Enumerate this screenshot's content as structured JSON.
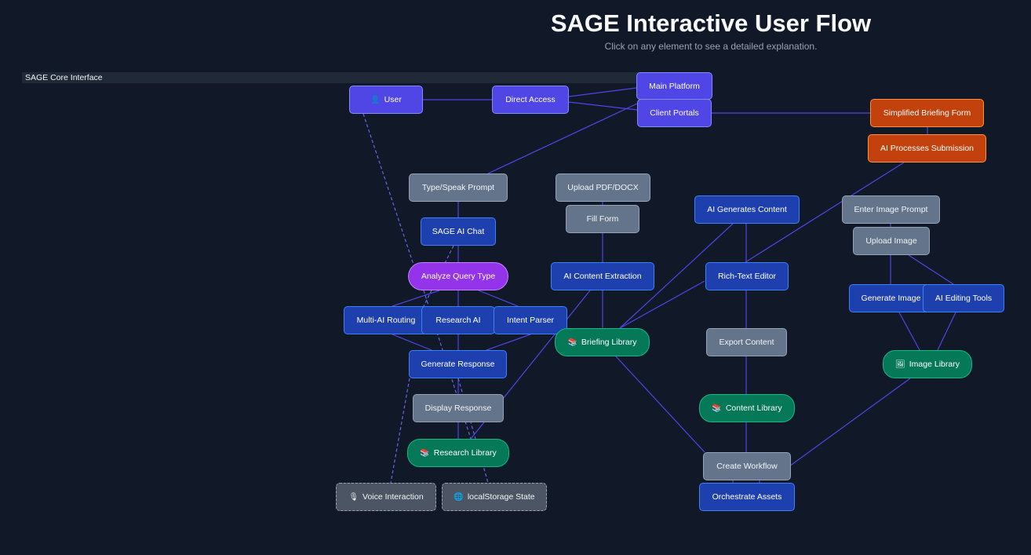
{
  "header": {
    "title": "SAGE Interactive User Flow",
    "subtitle": "Click on any element to see a detailed explanation."
  },
  "subgraph": {
    "label": "SAGE Core Interface"
  },
  "colors": {
    "edge": "#4f46e5",
    "edge_dashed": "#6366f1",
    "background": "#111827"
  },
  "nodes": {
    "user": {
      "label": "User",
      "icon": "user-icon",
      "glyph": "👤"
    },
    "direct_access": {
      "label": "Direct Access"
    },
    "main_platform": {
      "label": "Main Platform"
    },
    "client_portals": {
      "label": "Client Portals"
    },
    "simplified_briefing_form": {
      "label": "Simplified Briefing Form"
    },
    "ai_processes_submission": {
      "label": "AI Processes Submission"
    },
    "type_speak_prompt": {
      "label": "Type/Speak Prompt"
    },
    "sage_ai_chat": {
      "label": "SAGE AI Chat"
    },
    "analyze_query_type": {
      "label": "Analyze Query Type"
    },
    "multi_ai_routing": {
      "label": "Multi-AI Routing"
    },
    "research_ai": {
      "label": "Research AI"
    },
    "intent_parser": {
      "label": "Intent Parser"
    },
    "generate_response": {
      "label": "Generate Response"
    },
    "display_response": {
      "label": "Display Response"
    },
    "research_library": {
      "label": "Research Library",
      "icon": "books-icon",
      "glyph": "📚"
    },
    "voice_interaction": {
      "label": "Voice Interaction",
      "icon": "microphone-icon",
      "glyph": "🎙"
    },
    "localstorage_state": {
      "label": "localStorage State",
      "icon": "globe-icon",
      "glyph": "🌐"
    },
    "upload_pdf_docx": {
      "label": "Upload PDF/DOCX"
    },
    "fill_form": {
      "label": "Fill Form"
    },
    "ai_content_extraction": {
      "label": "AI Content Extraction"
    },
    "briefing_library": {
      "label": "Briefing Library",
      "icon": "books-icon",
      "glyph": "📚"
    },
    "ai_generates_content": {
      "label": "AI Generates Content"
    },
    "rich_text_editor": {
      "label": "Rich-Text Editor"
    },
    "export_content": {
      "label": "Export Content"
    },
    "content_library": {
      "label": "Content Library",
      "icon": "books-icon",
      "glyph": "📚"
    },
    "create_workflow": {
      "label": "Create Workflow"
    },
    "orchestrate_assets": {
      "label": "Orchestrate Assets"
    },
    "enter_image_prompt": {
      "label": "Enter Image Prompt"
    },
    "upload_image": {
      "label": "Upload Image"
    },
    "generate_image": {
      "label": "Generate Image"
    },
    "ai_editing_tools": {
      "label": "AI Editing Tools"
    },
    "image_library": {
      "label": "Image Library",
      "icon": "framed-picture-icon",
      "glyph": "🖼"
    }
  }
}
